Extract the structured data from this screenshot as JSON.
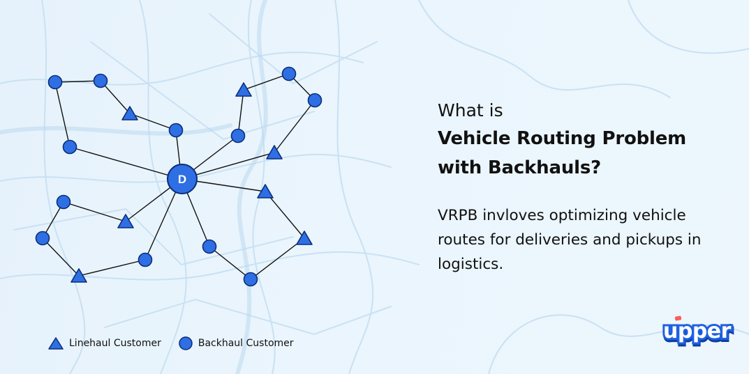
{
  "headline": {
    "line1": "What is",
    "line2": "Vehicle Routing Problem",
    "line3": "with Backhauls?"
  },
  "description": "VRPB invloves optimizing vehicle routes for deliveries and pickups in logistics.",
  "depot": {
    "label": "D"
  },
  "legend": {
    "linehaul": "Linehaul Customer",
    "backhaul": "Backhaul Customer"
  },
  "logo": {
    "text": "upper"
  },
  "colors": {
    "node_fill": "#2f6fe4",
    "node_stroke": "#0b2d7a",
    "edge": "#111111",
    "map_lines": "#c9e1f3",
    "logo_blue": "#1d61e0"
  }
}
